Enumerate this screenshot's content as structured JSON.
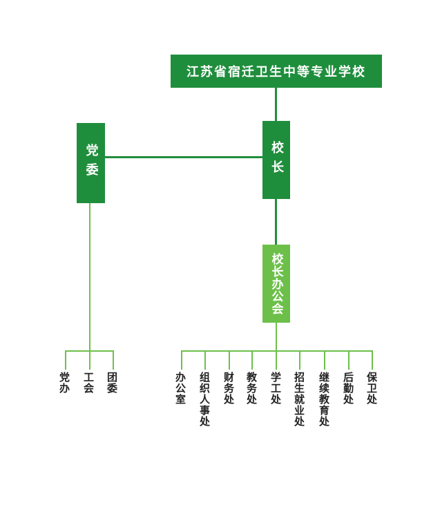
{
  "root": "江苏省宿迁卫生中等专业学校",
  "principal": "校长",
  "party_committee": "党委",
  "principal_office": "校长办公会",
  "party_units": [
    "党办",
    "工会",
    "团委"
  ],
  "admin_units": [
    "办公室",
    "组织人事处",
    "财务处",
    "教务处",
    "学工处",
    "招生就业处",
    "继续教育处",
    "后勤处",
    "保卫处"
  ],
  "colors": {
    "dark_green": "#1f8e3c",
    "light_green": "#6cc04a",
    "text": "#222222"
  }
}
